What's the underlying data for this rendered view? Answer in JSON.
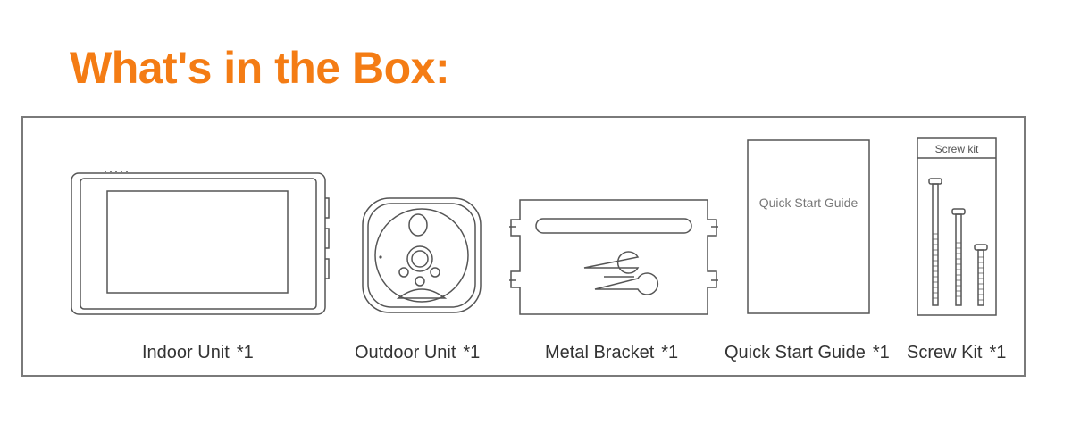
{
  "page": {
    "title": "What's in the Box:",
    "accent_color": "#f47c14",
    "line_color": "#555555"
  },
  "items": [
    {
      "id": "indoor-unit",
      "name": "Indoor Unit",
      "qty": "*1",
      "icon": "indoor-unit-icon"
    },
    {
      "id": "outdoor-unit",
      "name": "Outdoor Unit",
      "qty": "*1",
      "icon": "outdoor-unit-icon"
    },
    {
      "id": "metal-bracket",
      "name": "Metal Bracket",
      "qty": "*1",
      "icon": "metal-bracket-icon"
    },
    {
      "id": "quick-guide",
      "name": "Quick Start Guide",
      "qty": "*1",
      "icon": "quick-start-guide-icon",
      "cover_text": "Quick Start Guide"
    },
    {
      "id": "screw-kit",
      "name": "Screw Kit",
      "qty": "*1",
      "icon": "screw-kit-icon",
      "label_text": "Screw kit"
    }
  ]
}
